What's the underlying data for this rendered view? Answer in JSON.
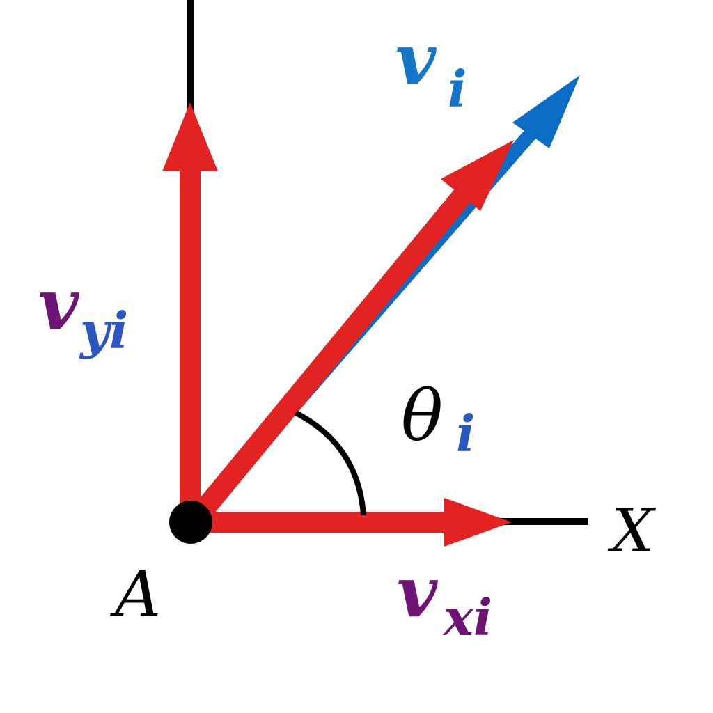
{
  "colors": {
    "background": "#ffffff",
    "axis": "#000000",
    "component_vector": "#e32322",
    "initial_velocity_vector": "#0a6cc4",
    "label_purple": "#6e1475",
    "label_blue": "#2c57c0",
    "label_blue_light": "#1575c8",
    "point": "#000000"
  },
  "labels": {
    "vi_main": "v",
    "vi_sub": "i",
    "vyi_main": "v",
    "vyi_sub": "yi",
    "vxi_main": "v",
    "vxi_sub": "xi",
    "theta_main": "θ",
    "theta_sub": "i",
    "point": "A",
    "x_axis": "X"
  }
}
